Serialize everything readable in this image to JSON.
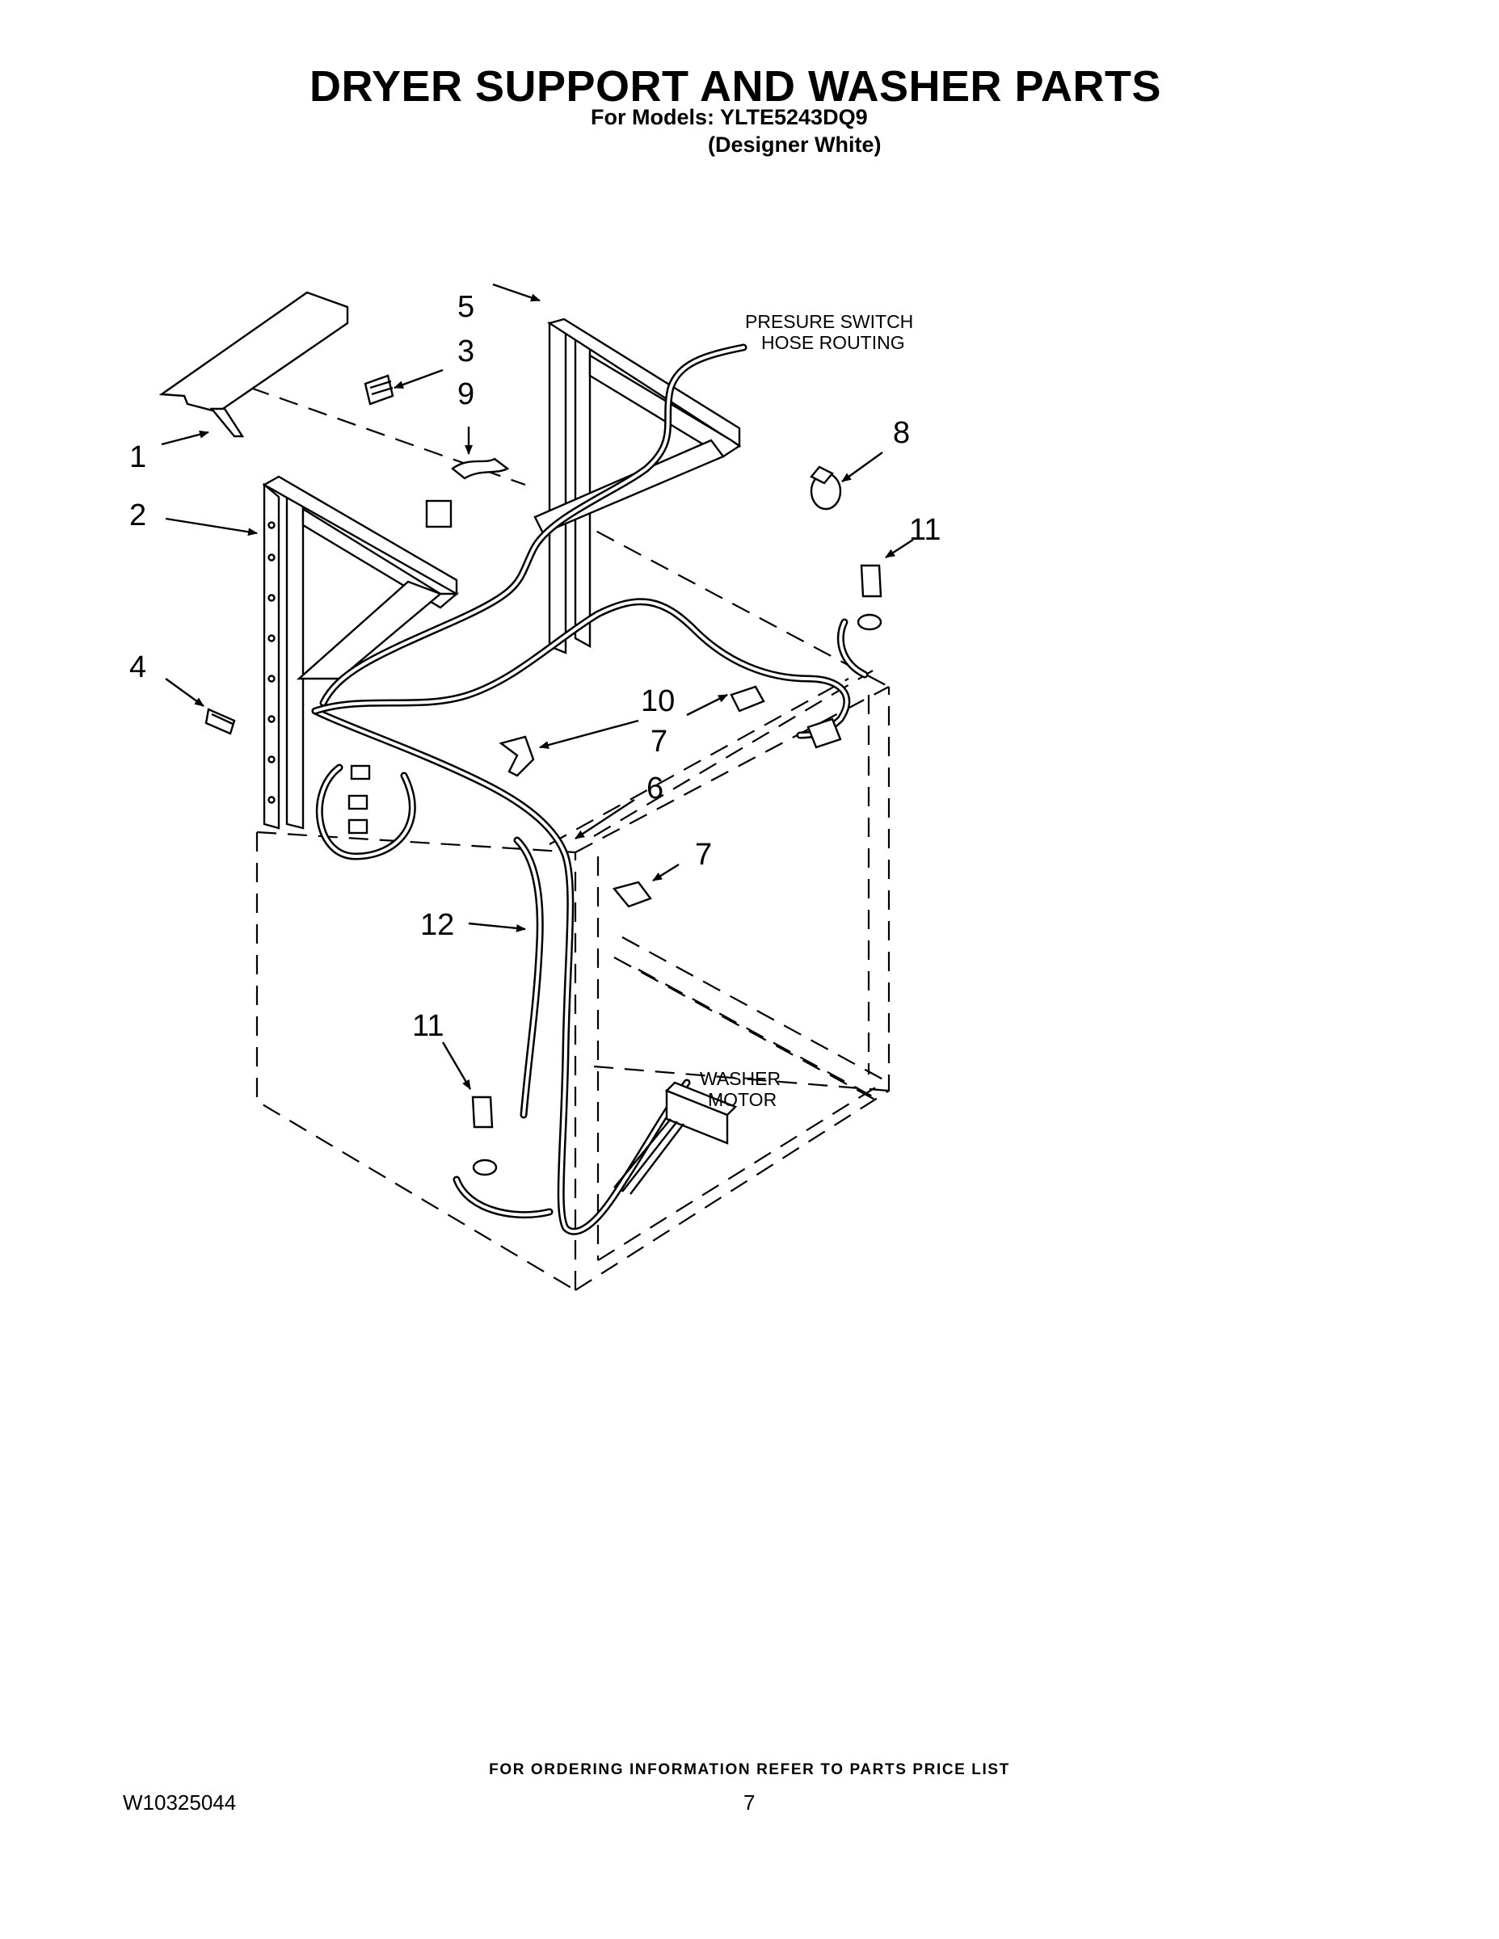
{
  "header": {
    "title": "DRYER SUPPORT AND WASHER PARTS",
    "models_line": "For Models: YLTE5243DQ9",
    "color_line": "(Designer White)"
  },
  "diagram": {
    "notes": {
      "pressure_switch_line1": "PRESURE SWITCH",
      "pressure_switch_line2": "HOSE ROUTING",
      "washer_motor_line1": "WASHER",
      "washer_motor_line2": "MOTOR"
    },
    "callouts": {
      "c1": "1",
      "c2": "2",
      "c3": "3",
      "c4": "4",
      "c5": "5",
      "c6": "6",
      "c7a": "7",
      "c7b": "7",
      "c8": "8",
      "c9": "9",
      "c10": "10",
      "c11a": "11",
      "c11b": "11",
      "c12": "12"
    }
  },
  "footer": {
    "ordering_note": "FOR ORDERING INFORMATION REFER TO PARTS PRICE LIST",
    "document_id": "W10325044",
    "page_number": "7"
  }
}
